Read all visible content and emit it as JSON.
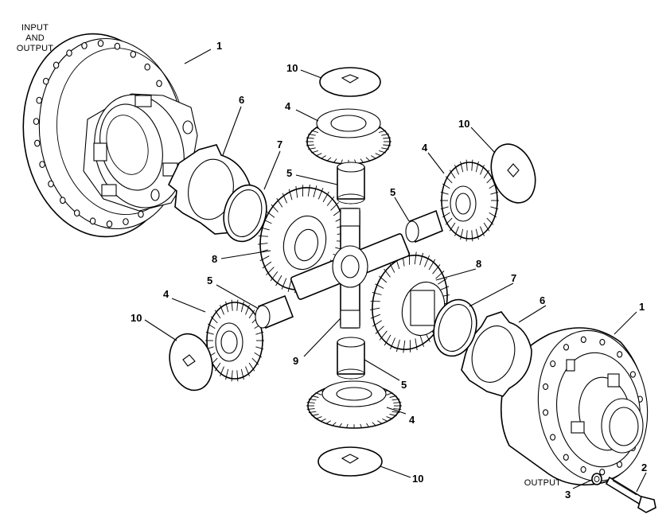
{
  "captions": {
    "input_output_line1": "INPUT",
    "input_output_line2": "AND",
    "input_output_line3": "OUTPUT",
    "output": "OUTPUT"
  },
  "callouts": {
    "c1_top": "1",
    "c1_bottom": "1",
    "c2": "2",
    "c3": "3",
    "c4_top": "4",
    "c4_right": "4",
    "c4_left": "4",
    "c4_bottom": "4",
    "c5_top": "5",
    "c5_right": "5",
    "c5_left": "5",
    "c5_bottom": "5",
    "c6_top": "6",
    "c6_bottom": "6",
    "c7_top": "7",
    "c7_bottom": "7",
    "c8_left": "8",
    "c8_right": "8",
    "c9": "9",
    "c10_top": "10",
    "c10_right": "10",
    "c10_left": "10",
    "c10_bottom": "10"
  }
}
